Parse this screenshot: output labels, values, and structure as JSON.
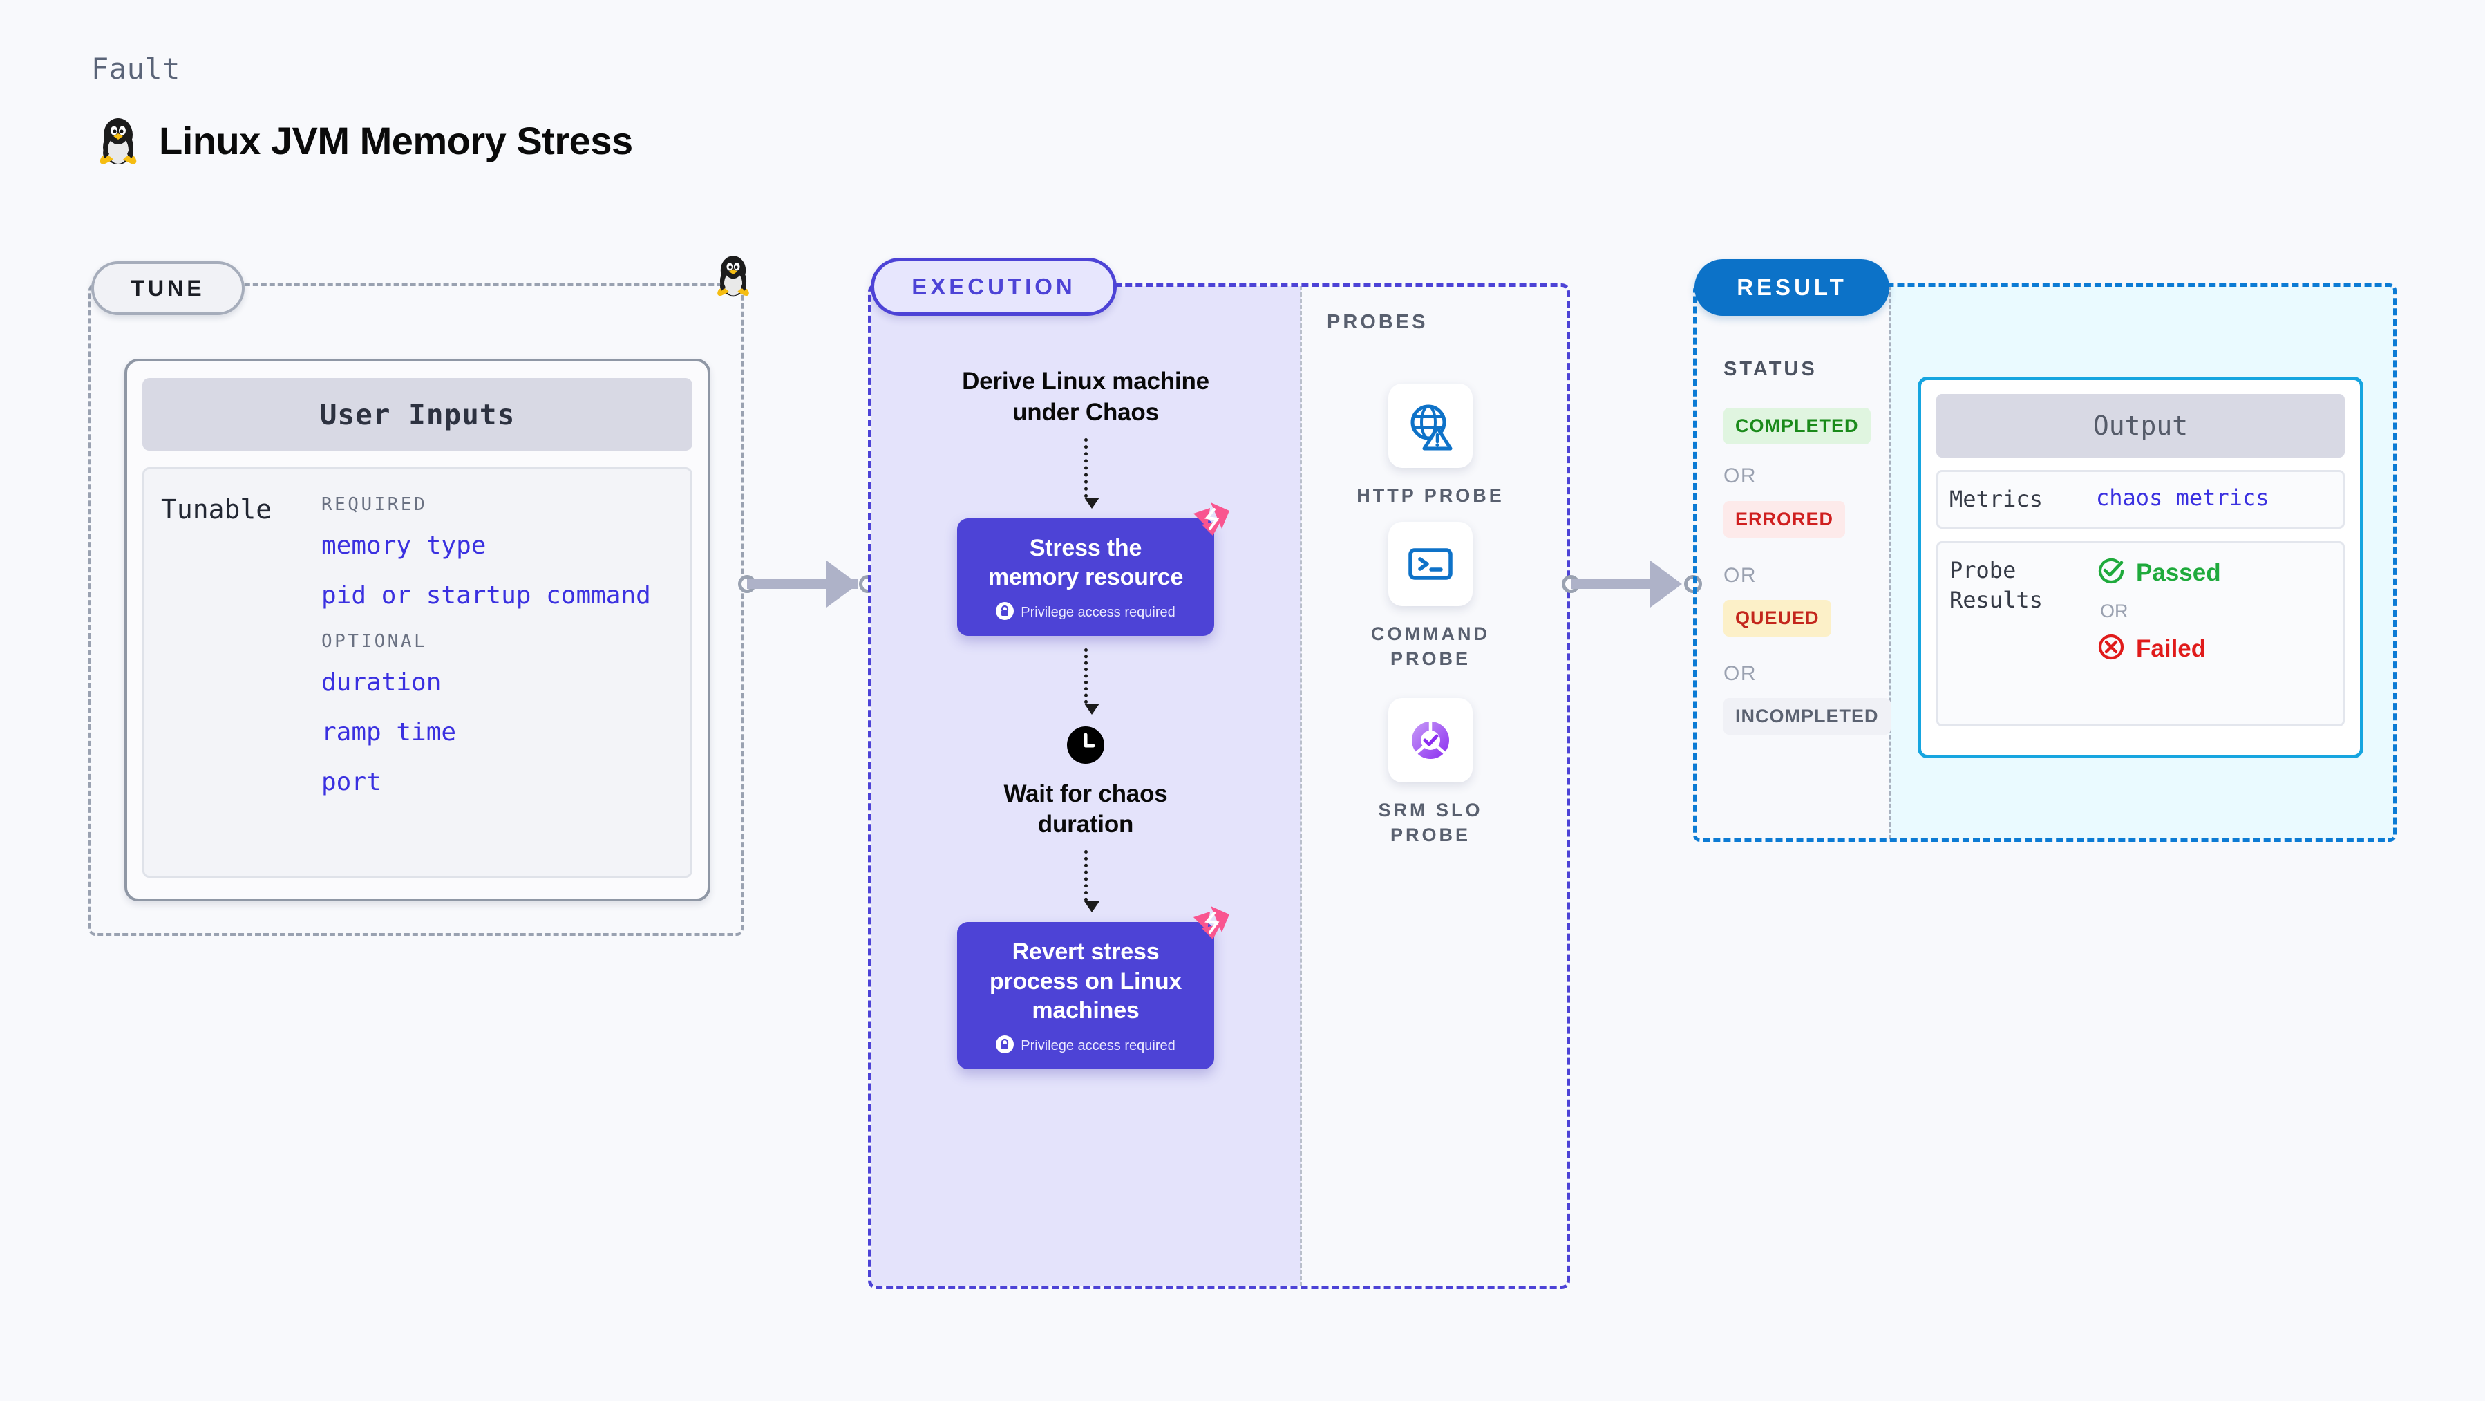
{
  "header": {
    "eyebrow": "Fault",
    "title": "Linux JVM Memory Stress",
    "icon": "linux-penguin-icon"
  },
  "tune": {
    "pill_label": "TUNE",
    "card_title": "User Inputs",
    "row_label": "Tunable",
    "groups": [
      {
        "title": "REQUIRED",
        "items": [
          "memory type",
          "pid or startup command"
        ]
      },
      {
        "title": "OPTIONAL",
        "items": [
          "duration",
          "ramp time",
          "port"
        ]
      }
    ]
  },
  "execution": {
    "pill_label": "EXECUTION",
    "steps": [
      {
        "type": "text",
        "label": "Derive Linux machine\nunder Chaos"
      },
      {
        "type": "action",
        "label": "Stress the\nmemory resource",
        "privilege_note": "Privilege access required",
        "badge": "chaos-corner-badge"
      },
      {
        "type": "wait",
        "icon": "clock-icon",
        "label": "Wait for chaos\nduration"
      },
      {
        "type": "action",
        "label": "Revert stress\nprocess on Linux\nmachines",
        "privilege_note": "Privilege access required",
        "badge": "chaos-corner-badge"
      }
    ]
  },
  "probes": {
    "section_label": "PROBES",
    "items": [
      {
        "name": "HTTP PROBE",
        "icon": "globe-warning-icon"
      },
      {
        "name": "COMMAND\nPROBE",
        "icon": "terminal-icon"
      },
      {
        "name": "SRM SLO\nPROBE",
        "icon": "slo-donut-check-icon"
      }
    ]
  },
  "result": {
    "pill_label": "RESULT",
    "status_label": "STATUS",
    "or_label": "OR",
    "statuses": [
      {
        "label": "COMPLETED",
        "bg": "#e0f5e0",
        "fg": "#1a8a1a"
      },
      {
        "label": "ERRORED",
        "bg": "#fdeaea",
        "fg": "#cf1f1f"
      },
      {
        "label": "QUEUED",
        "bg": "#fcf0c8",
        "fg": "#c3261c"
      },
      {
        "label": "INCOMPLETED",
        "bg": "#f0f1f6",
        "fg": "#5b6271"
      }
    ],
    "output": {
      "title": "Output",
      "metrics_key": "Metrics",
      "metrics_value": "chaos metrics",
      "probe_results_key": "Probe\nResults",
      "passed_label": "Passed",
      "failed_label": "Failed",
      "or_label": "OR"
    }
  },
  "colors": {
    "accent_purple": "#4d43d6",
    "accent_blue": "#0c72c8",
    "accent_cyan": "#16a5e0",
    "badge_pink": "#f9558f",
    "tunable_link": "#3a30e0"
  }
}
